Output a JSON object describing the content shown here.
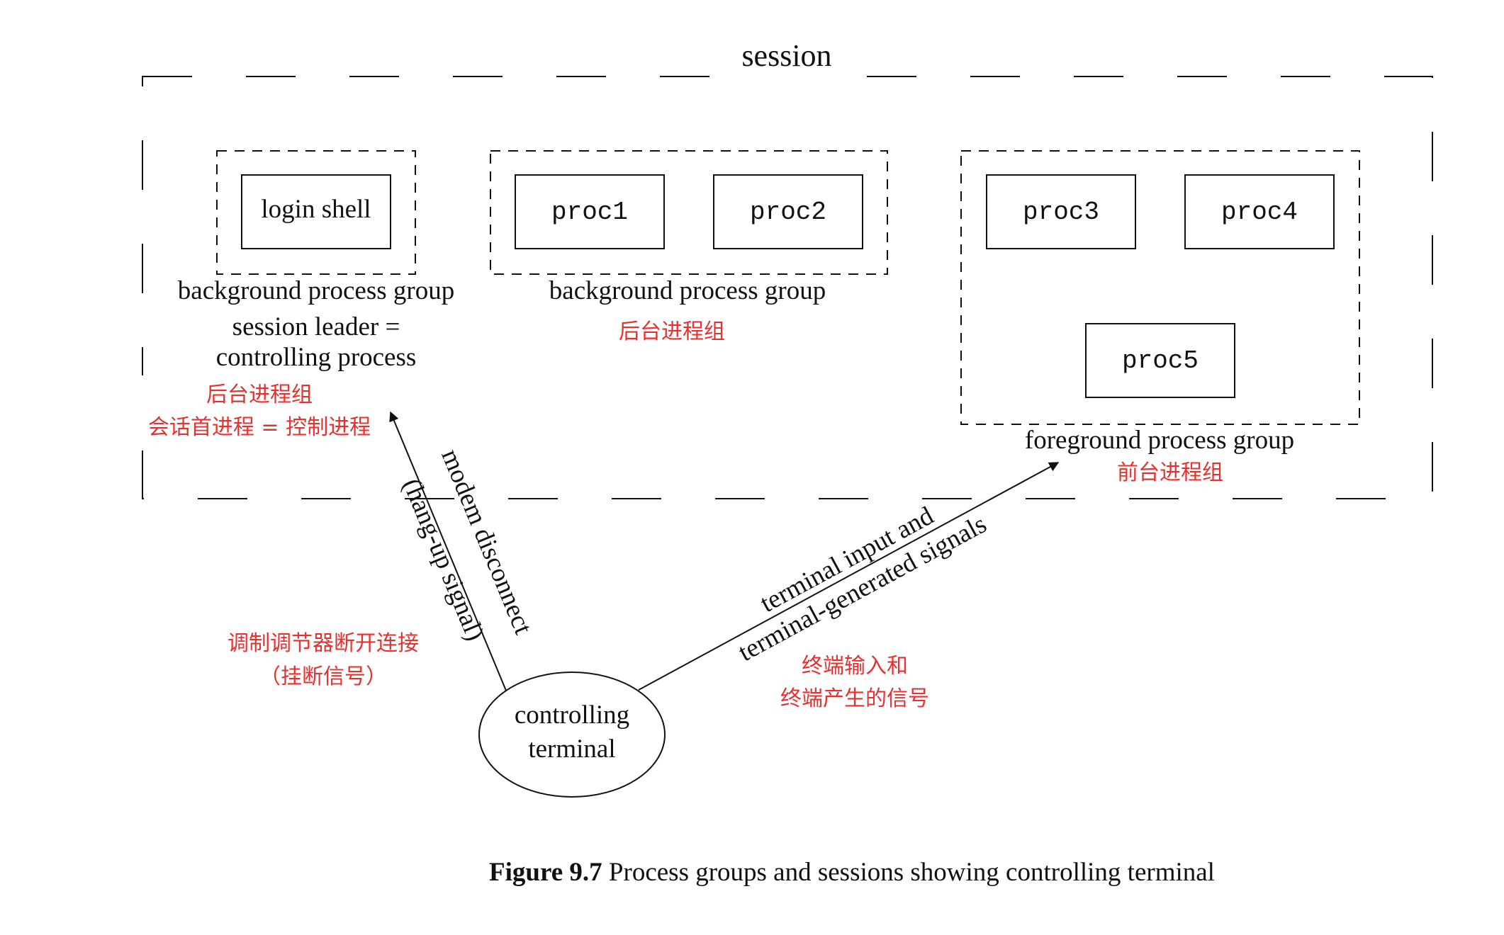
{
  "session": {
    "label": "session"
  },
  "groups": {
    "login_group": {
      "label": "background process group"
    },
    "proc_group_1": {
      "label": "background process group",
      "cn_label": "后台进程组"
    },
    "fg_group": {
      "label": "foreground process group",
      "cn_label": "前台进程组"
    }
  },
  "processes": {
    "login_shell": "login shell",
    "proc1": "proc1",
    "proc2": "proc2",
    "proc3": "proc3",
    "proc4": "proc4",
    "proc5": "proc5"
  },
  "session_leader": {
    "line1": "session leader =",
    "line2": "controlling process",
    "cn_line1": "后台进程组",
    "cn_line2": "会话首进程 = 控制进程"
  },
  "terminal": {
    "line1": "controlling",
    "line2": "terminal"
  },
  "edges": {
    "hangup": {
      "line1": "modem disconnect",
      "line2": "(hang-up signal)",
      "cn_line1": "调制调节器断开连接",
      "cn_line2": "（挂断信号）"
    },
    "input": {
      "line1": "terminal input and",
      "line2": "terminal-generated signals",
      "cn_line1": "终端输入和",
      "cn_line2": "终端产生的信号"
    }
  },
  "caption": {
    "number": "Figure 9.7",
    "text": "Process groups and sessions showing controlling terminal"
  }
}
